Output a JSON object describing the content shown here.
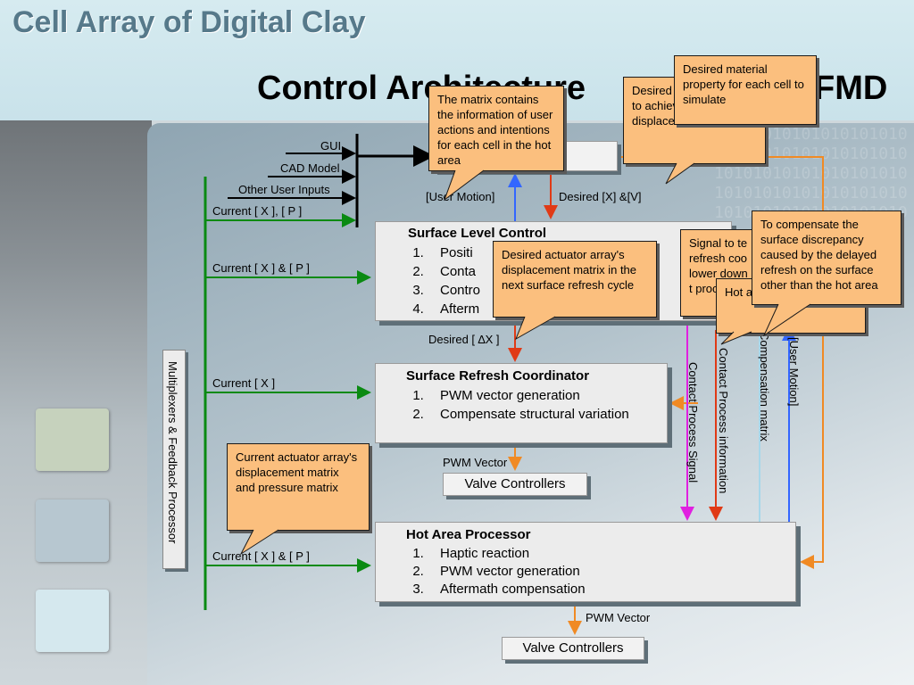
{
  "slide": {
    "title": "Cell Array of Digital Clay",
    "subtitle_start": "Control Architecture",
    "subtitle_end": "FMD"
  },
  "inputs": {
    "gui": "GUI",
    "cad_model": "CAD Model",
    "other_user_inputs": "Other User Inputs"
  },
  "feedback_labels": {
    "current_x_p_top": "Current [ X ], [ P ]",
    "current_x_and_p_1": "Current [ X ] & [ P ]",
    "current_x": "Current [ X ]",
    "current_x_and_p_2": "Current [ X ] & [ P ]"
  },
  "mux_label": "Multiplexers & Feedback Processor",
  "flow_labels": {
    "user_motion": "[User Motion]",
    "desired_x_v": "Desired [X] &[V]",
    "desired_dx": "Desired [ ∆X ]",
    "pwm_vector_1": "PWM Vector",
    "pwm_vector_2": "PWM Vector"
  },
  "vertical_labels": {
    "contact_process_signal": "Contact Process Signal",
    "contact_process_information": "Contact Process information",
    "compensation_matrix": "Compensation matrix",
    "user_motion": "[User Motion]"
  },
  "surface_level_control": {
    "title": "Surface Level Control",
    "items": [
      "Positi",
      "Conta",
      "Contro",
      "Afterm"
    ]
  },
  "surface_refresh_coordinator": {
    "title": "Surface Refresh Coordinator",
    "items": [
      "PWM vector generation",
      "Compensate structural variation"
    ]
  },
  "hot_area_processor": {
    "title": "Hot Area Processor",
    "items": [
      "Haptic reaction",
      "PWM vector generation",
      "Aftermath compensation"
    ]
  },
  "valve_controllers_1": "Valve Controllers",
  "valve_controllers_2": "Valve Controllers",
  "callouts": {
    "matrix_info": "The matrix contains the information of user actions and intentions for each cell in the hot area",
    "desired_back": "Desired array's matrix to achieve the displacement",
    "material_property": "Desired material property for each cell to simulate",
    "desired_actuator": "Desired actuator array's displacement matrix in the next surface refresh cycle",
    "signal_to": "Signal to te refresh coo lower down and t proce",
    "hot_area_sizes": "Hot a sizes,",
    "compensate": "To compensate the surface discrepancy caused by the delayed refresh on the surface other than the hot area",
    "current_actuator": "Current actuator array's displacement matrix and pressure matrix"
  },
  "colors": {
    "feedback_green": "#0a8a12",
    "orange_flow": "#f08a24",
    "red_flow": "#e03a16",
    "blue_flow": "#3366ff",
    "magenta": "#e020e0",
    "callout_fill": "#fbbf7e"
  },
  "background_digits": "1010101010101010101010101010101010101010101010101010101010101010101010101010101010101010101010101010"
}
